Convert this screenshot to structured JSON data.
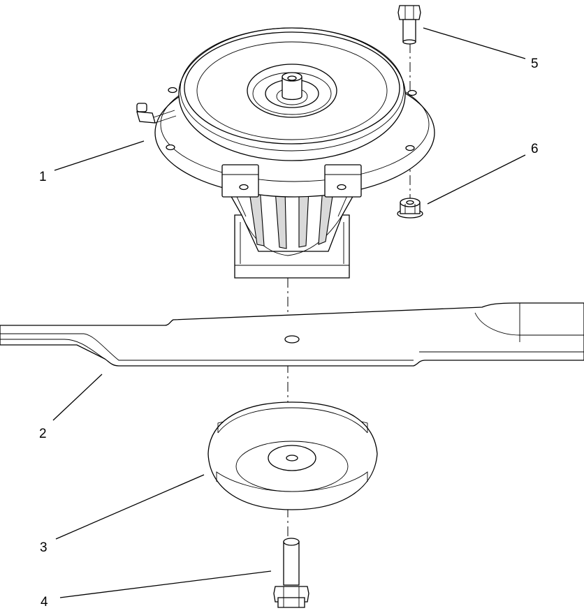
{
  "callouts": [
    {
      "id": "1",
      "label": "1",
      "part": "spindle-assembly"
    },
    {
      "id": "2",
      "label": "2",
      "part": "blade"
    },
    {
      "id": "3",
      "label": "3",
      "part": "anti-scalp-cup"
    },
    {
      "id": "4",
      "label": "4",
      "part": "blade-bolt"
    },
    {
      "id": "5",
      "label": "5",
      "part": "mounting-bolt"
    },
    {
      "id": "6",
      "label": "6",
      "part": "flange-nut"
    }
  ]
}
